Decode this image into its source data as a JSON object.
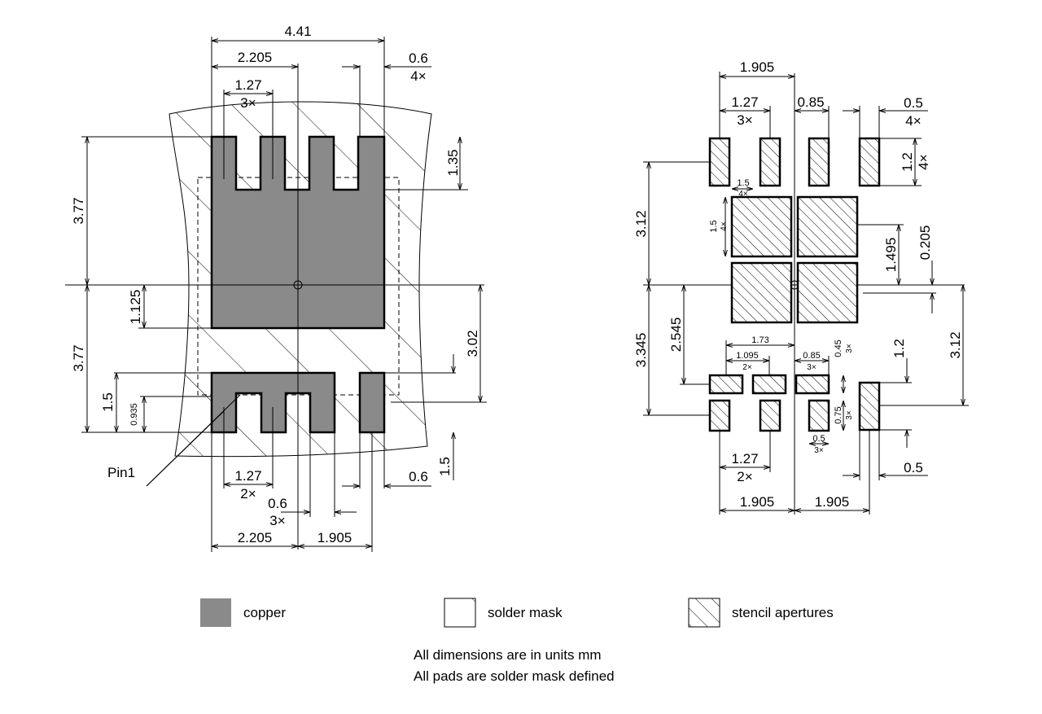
{
  "left": {
    "top": {
      "overall": "4.41",
      "half": "2.205",
      "pad_w": "0.6",
      "pad_w_count": "4×",
      "pitch": "1.27",
      "pitch_count": "3×"
    },
    "left_side": {
      "upper": "3.77",
      "lower": "3.77",
      "offset": "1.125",
      "pad_h": "1.5",
      "pad_inner": "0.935"
    },
    "right_side": {
      "slot": "1.35",
      "span": "3.02",
      "pad_h": "1.5"
    },
    "bottom": {
      "pitch": "1.27",
      "pitch_count": "2×",
      "slot_w": "0.6",
      "slot_count": "3×",
      "pad_w": "0.6",
      "half_left": "2.205",
      "half_right": "1.905"
    },
    "pin_label": "Pin1"
  },
  "right": {
    "top": {
      "half": "1.905",
      "pitch": "1.27",
      "pitch_count": "3×",
      "gap": "0.85",
      "pad_w": "0.5",
      "pad_w_count": "4×",
      "pad_h": "1.2",
      "pad_h_count": "4×"
    },
    "inner": {
      "w": "1.5",
      "w_count": "4×",
      "h": "1.5",
      "h_count": "4×",
      "small_w1": "1.73",
      "small_w2": "1.095",
      "small_w2_count": "2×",
      "small_w3": "0.85",
      "small_w3_count": "3×",
      "small_h": "0.45",
      "small_h_count": "3×",
      "pad_h2": "0.75",
      "pad_h2_count": "3×",
      "pad_w2": "0.5",
      "pad_w2_count": "3×"
    },
    "left_side": {
      "upper": "3.12",
      "lower": "3.345",
      "mid": "2.545"
    },
    "right_side": {
      "upper": "1.495",
      "offset": "0.205",
      "lower": "3.12",
      "pad_h": "1.2"
    },
    "bottom": {
      "pitch": "1.27",
      "pitch_count": "2×",
      "pad_w": "0.5",
      "half_left": "1.905",
      "half_right": "1.905"
    }
  },
  "legend": {
    "copper": "copper",
    "solder_mask": "solder mask",
    "stencil": "stencil apertures"
  },
  "notes": [
    "All dimensions are in units mm",
    "All pads are solder mask defined"
  ]
}
